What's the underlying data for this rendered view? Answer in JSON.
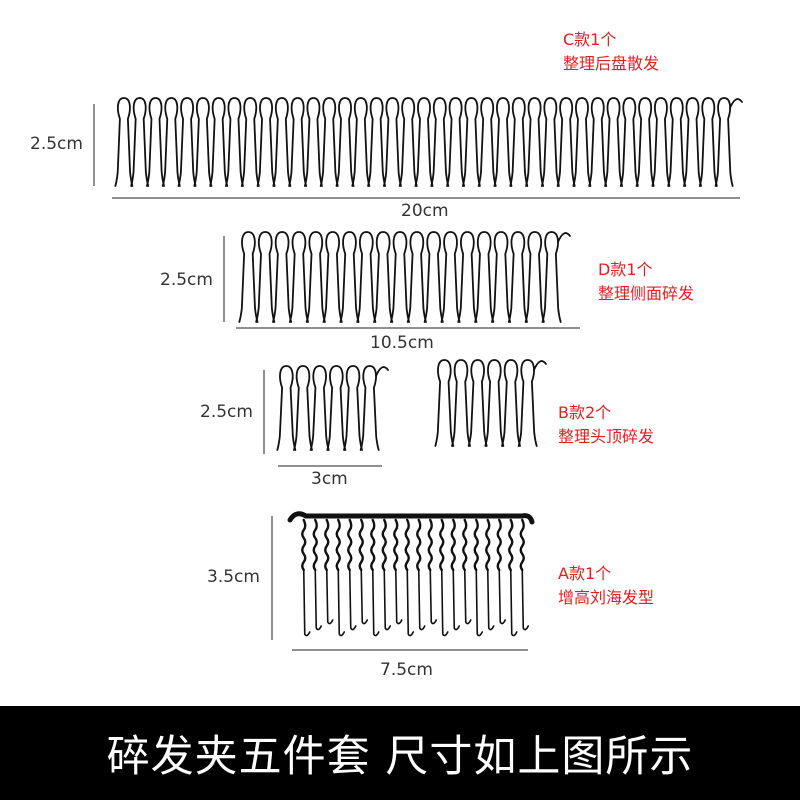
{
  "products": {
    "c": {
      "name": "C款1个",
      "purpose": "整理后盘散发",
      "height": "2.5cm",
      "width": "20cm",
      "tooth_count": 39,
      "style": "loop-pin"
    },
    "d": {
      "name": "D款1个",
      "purpose": "整理侧面碎发",
      "height": "2.5cm",
      "width": "10.5cm",
      "tooth_count": 19,
      "style": "loop-pin"
    },
    "b": {
      "name": "B款2个",
      "purpose": "整理头顶碎发",
      "height": "2.5cm",
      "width": "3cm",
      "tooth_count": 6,
      "style": "loop-pin"
    },
    "a": {
      "name": "A款1个",
      "purpose": "增高刘海发型",
      "height": "3.5cm",
      "width": "7.5cm",
      "tooth_count": 20,
      "style": "twisted-comb"
    }
  },
  "footer": {
    "caption": "碎发夹五件套  尺寸如上图所示"
  },
  "colors": {
    "accent": "#e02020",
    "wire": "#111111",
    "dimension_text": "#333333",
    "footer_bg": "#000000",
    "footer_text": "#ffffff"
  }
}
